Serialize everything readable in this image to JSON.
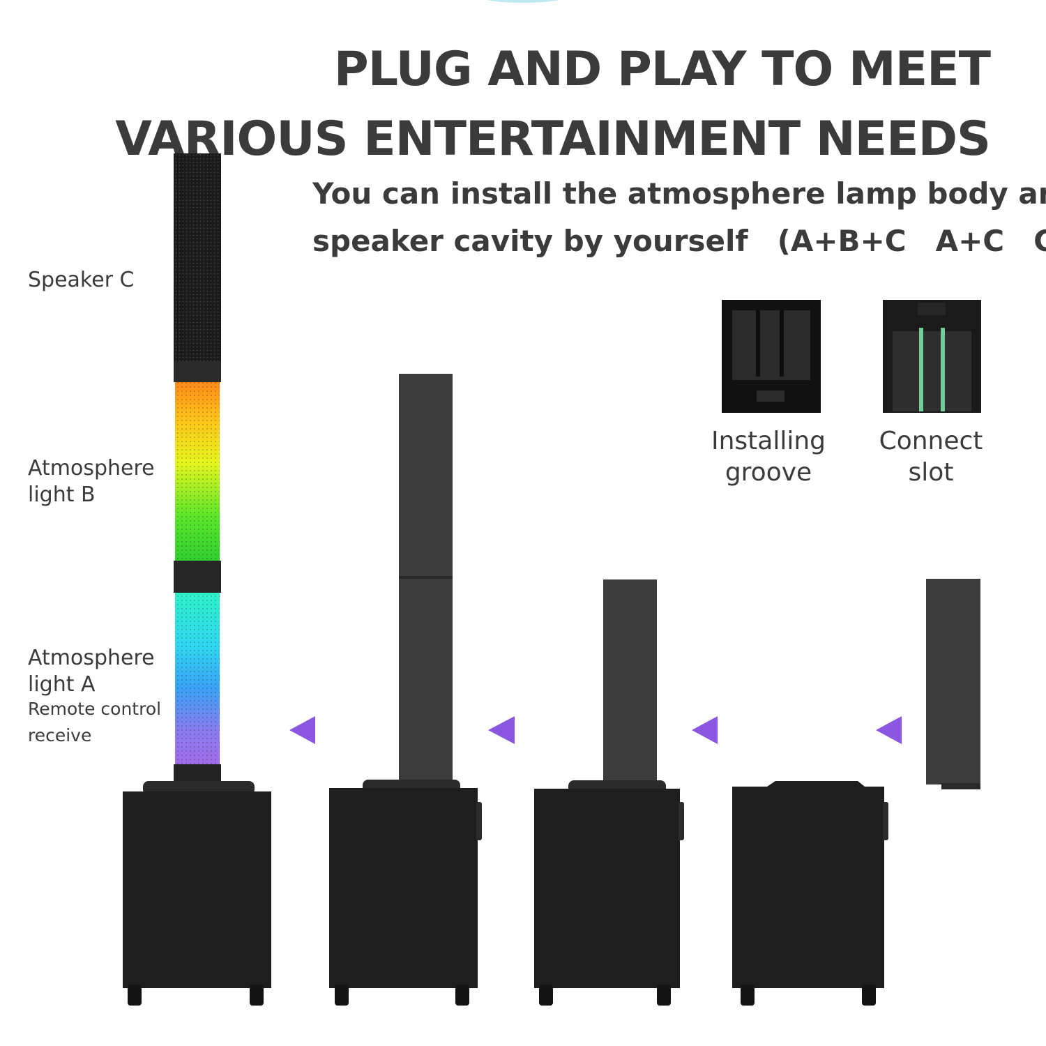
{
  "headline": {
    "line1": "PLUG AND PLAY TO MEET",
    "line2": "VARIOUS ENTERTAINMENT NEEDS"
  },
  "subtitle": {
    "line1": "You can install the atmosphere lamp body and",
    "line2": "speaker cavity by yourself　(A+B+C　A+C　C)"
  },
  "labels": {
    "speaker_c": "Speaker C",
    "light_b_line1": "Atmosphere",
    "light_b_line2": "light B",
    "light_a_line1": "Atmosphere",
    "light_a_line2": "light A",
    "remote_line1": "Remote control",
    "remote_line2": "receive"
  },
  "parts": {
    "groove_line1": "Installing",
    "groove_line2": "groove",
    "slot_line1": "Connect",
    "slot_line2": "slot"
  },
  "colors": {
    "arrow": "#8a56e2",
    "speaker_body": "#1e1e1e",
    "column": "#3c3c3c",
    "slot_stripe": "#6fcf97"
  }
}
